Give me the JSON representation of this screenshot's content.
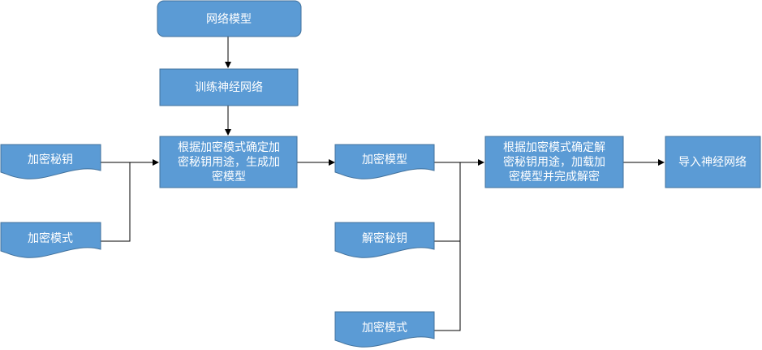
{
  "nodes": {
    "network_model": {
      "lines": [
        "网络模型"
      ]
    },
    "train": {
      "lines": [
        "训练神经网络"
      ]
    },
    "enc_process": {
      "lines": [
        "根据加密模式确定加",
        "密秘钥用途，生成加",
        "密模型"
      ]
    },
    "enc_key": {
      "lines": [
        "加密秘钥"
      ]
    },
    "enc_mode_left": {
      "lines": [
        "加密模式"
      ]
    },
    "enc_model": {
      "lines": [
        "加密模型"
      ]
    },
    "dec_key": {
      "lines": [
        "解密秘钥"
      ]
    },
    "enc_mode_bottom": {
      "lines": [
        "加密模式"
      ]
    },
    "dec_process": {
      "lines": [
        "根据加密模式确定解",
        "密秘钥用途，加载加",
        "密模型并完成解密"
      ]
    },
    "import": {
      "lines": [
        "导入神经网络"
      ]
    }
  },
  "colors": {
    "fill": "#5b9bd5",
    "stroke": "#41719c",
    "text": "#ffffff",
    "line": "#000000"
  }
}
